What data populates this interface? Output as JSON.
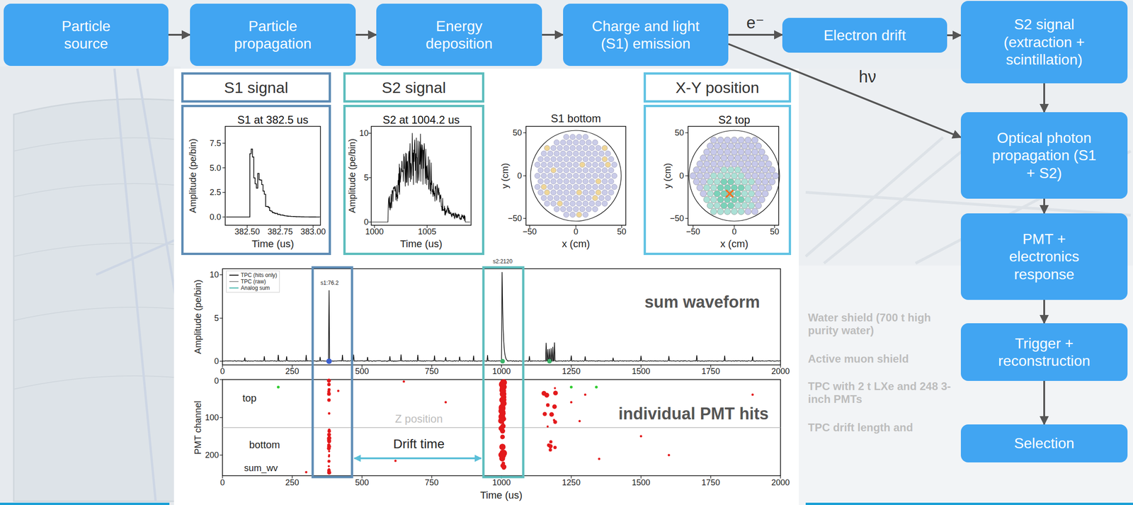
{
  "diagram": {
    "nodes": [
      {
        "text": [
          "Particle source"
        ]
      },
      {
        "text": [
          "Particle propagation"
        ]
      },
      {
        "text": [
          "Energy deposition"
        ]
      },
      {
        "text": [
          "Charge and light (S1) emission"
        ]
      },
      {
        "text": [
          "Electron drift"
        ]
      },
      {
        "text": [
          "S2 signal (extraction + scintillation)"
        ]
      },
      {
        "text": [
          "S1 signal"
        ]
      },
      {
        "text": [
          "S1 at 382.5 us"
        ]
      },
      {
        "text": [
          "S2 signal"
        ]
      },
      {
        "text": [
          "S2 at 1004.2 us"
        ]
      },
      {
        "text": [
          "X-Y position"
        ]
      },
      {
        "text": [
          "S2 top"
        ]
      },
      {
        "text": [
          "Optical photon propagation (S1 + S2)"
        ]
      },
      {
        "text": [
          "PMT + electronics response"
        ]
      },
      {
        "text": [
          "Trigger + reconstruction"
        ]
      },
      {
        "text": [
          "Selection"
        ]
      }
    ],
    "edges": [
      {
        "from": 0,
        "to": 1,
        "arrow": "to"
      },
      {
        "from": 1,
        "to": 2,
        "arrow": "to"
      },
      {
        "from": 2,
        "to": 3,
        "arrow": "to"
      },
      {
        "from": 3,
        "to": 4,
        "arrow": "to",
        "label": "e⁻"
      },
      {
        "from": 4,
        "to": 5,
        "arrow": "to"
      },
      {
        "from": 3,
        "to": 12,
        "arrow": "to",
        "label": "hν"
      },
      {
        "from": 5,
        "to": 12,
        "arrow": "to"
      },
      {
        "from": 12,
        "to": 13,
        "arrow": "to"
      },
      {
        "from": 13,
        "to": 14,
        "arrow": "to"
      },
      {
        "from": 14,
        "to": 15,
        "arrow": "to"
      }
    ],
    "labels": [
      "0.0",
      "2.5",
      "5.0",
      "7.5",
      "382.50",
      "382.75",
      "383.00",
      "Time (us)",
      "Amplitude (pe/bin)",
      "0",
      "5",
      "10",
      "1000",
      "1005",
      "Time (us)",
      "Amplitude (pe/bin)",
      "S1 bottom",
      "50",
      "0",
      "−50",
      "−50",
      "0",
      "50",
      "x (cm)",
      "y (cm)",
      "50",
      "0",
      "−50",
      "−50",
      "0",
      "50",
      "x (cm)",
      "y (cm)",
      "0",
      "5",
      "10",
      "0",
      "250",
      "500",
      "750",
      "1000",
      "1250",
      "1500",
      "1750",
      "2000",
      "Amplitude (pe/bin)",
      "s1:76.2",
      "s2:2120",
      "sum waveform",
      "0",
      "100",
      "200",
      "0",
      "250",
      "500",
      "750",
      "1000",
      "1250",
      "1500",
      "1750",
      "2000",
      "Time (us)",
      "PMT channel",
      "top",
      "bottom",
      "sum_wv",
      "Z position",
      "Drift time",
      "individual PMT hits",
      "Water shield (700 t high purity water)",
      "Active muon shield",
      "TPC with 2 t LXe and 248 3-inch PMTs",
      "TPC drift length and"
    ],
    "legend": [
      {
        "text": "TPC (hits only)"
      },
      {
        "text": "TPC (raw)"
      },
      {
        "text": "Analog sum"
      }
    ]
  }
}
